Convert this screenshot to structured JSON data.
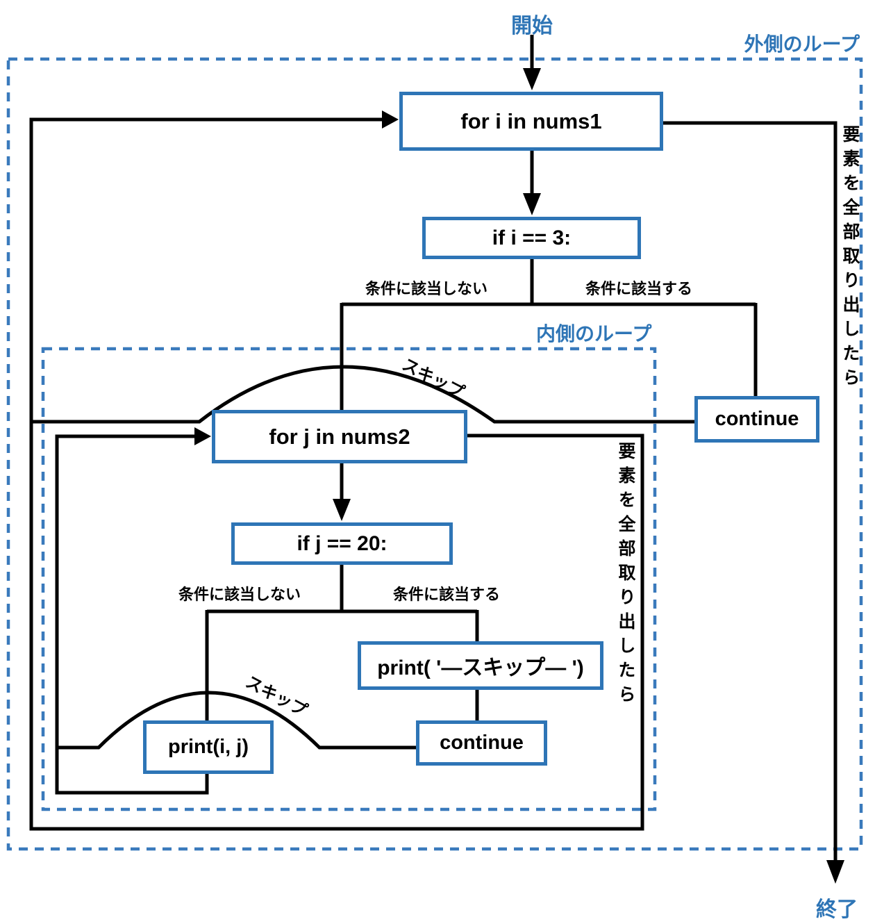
{
  "colors": {
    "blue": "#2e75b6",
    "blue_dash": "#3a7abc",
    "black": "#000000",
    "bg": "#ffffff"
  },
  "labels": {
    "start": "開始",
    "end": "終了",
    "outer_loop": "外側のループ",
    "inner_loop": "内側のループ",
    "cond_false": "条件に該当しない",
    "cond_true": "条件に該当する",
    "skip": "スキップ",
    "elements_done": "要素を全部取り出したら"
  },
  "nodes": {
    "for_i": "for i in nums1",
    "if_i": "if i == 3:",
    "continue_outer": "continue",
    "for_j": "for j in nums2",
    "if_j": "if j == 20:",
    "print_skip": "print( '―スキップ― ')",
    "print_ij": "print(i, j)",
    "continue_inner": "continue"
  }
}
